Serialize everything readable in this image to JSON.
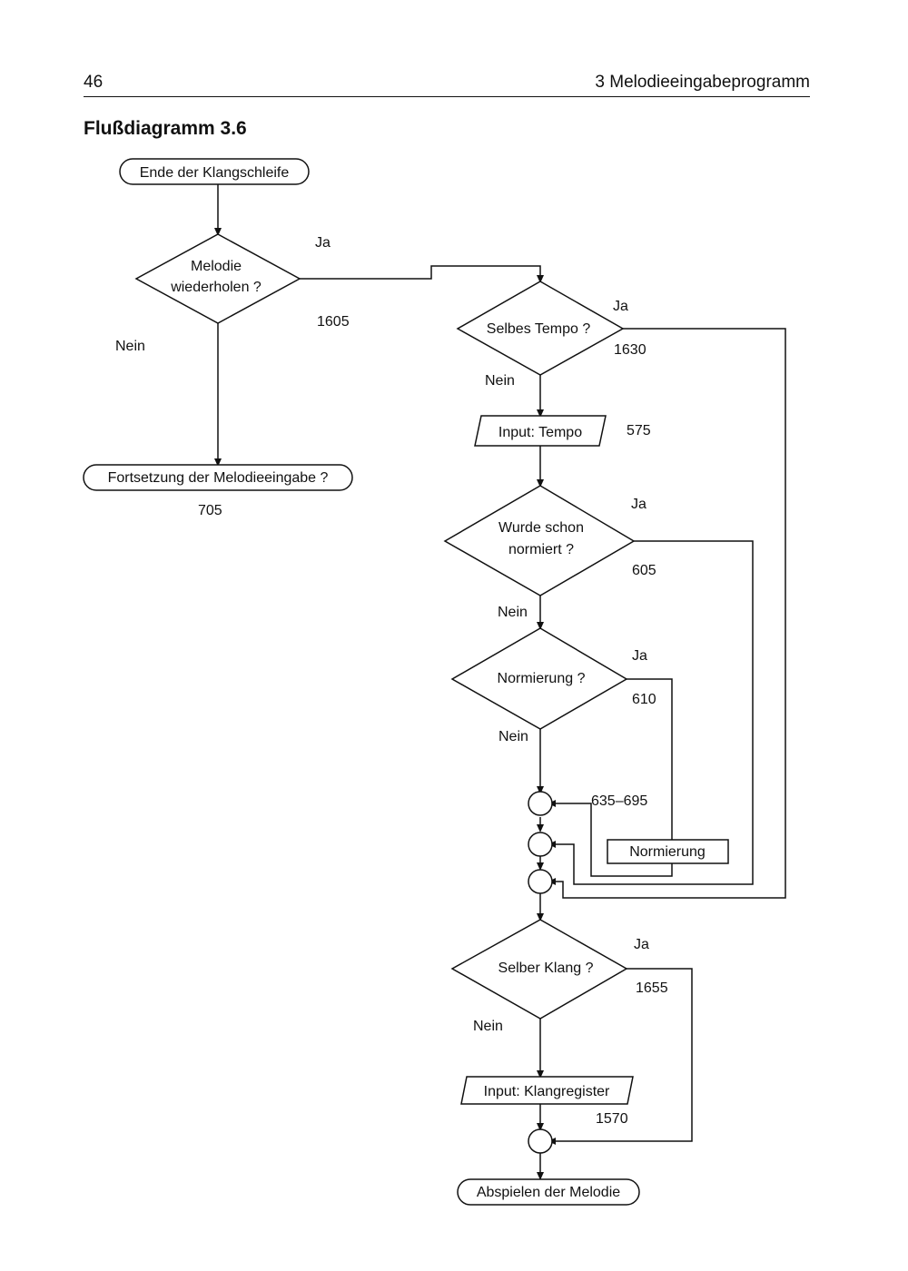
{
  "header": {
    "page_number": "46",
    "running_head": "3  Melodieeingabeprogramm"
  },
  "figure": {
    "title": "Flußdiagramm 3.6"
  },
  "nodes": {
    "start": "Ende der Klangschleife",
    "repeat_melody": [
      "Melodie",
      "wiederholen ?"
    ],
    "continue_input": "Fortsetzung der Melodieeingabe ?",
    "same_tempo": "Selbes Tempo ?",
    "input_tempo": "Input: Tempo",
    "already_normalized": [
      "Wurde schon",
      "normiert ?"
    ],
    "normalization_question": "Normierung ?",
    "normalization_process": "Normierung",
    "same_sound": "Selber Klang ?",
    "input_sound_register": "Input: Klangregister",
    "play_melody": "Abspielen der Melodie"
  },
  "line_numbers": {
    "repeat_melody": "1605",
    "continue_input": "705",
    "same_tempo": "1630",
    "input_tempo": "575",
    "already_normalized": "605",
    "normalization_question": "610",
    "normalization_process": "635–695",
    "same_sound": "1655",
    "input_sound_register": "1570"
  },
  "branch_labels": {
    "yes": "Ja",
    "no": "Nein"
  }
}
